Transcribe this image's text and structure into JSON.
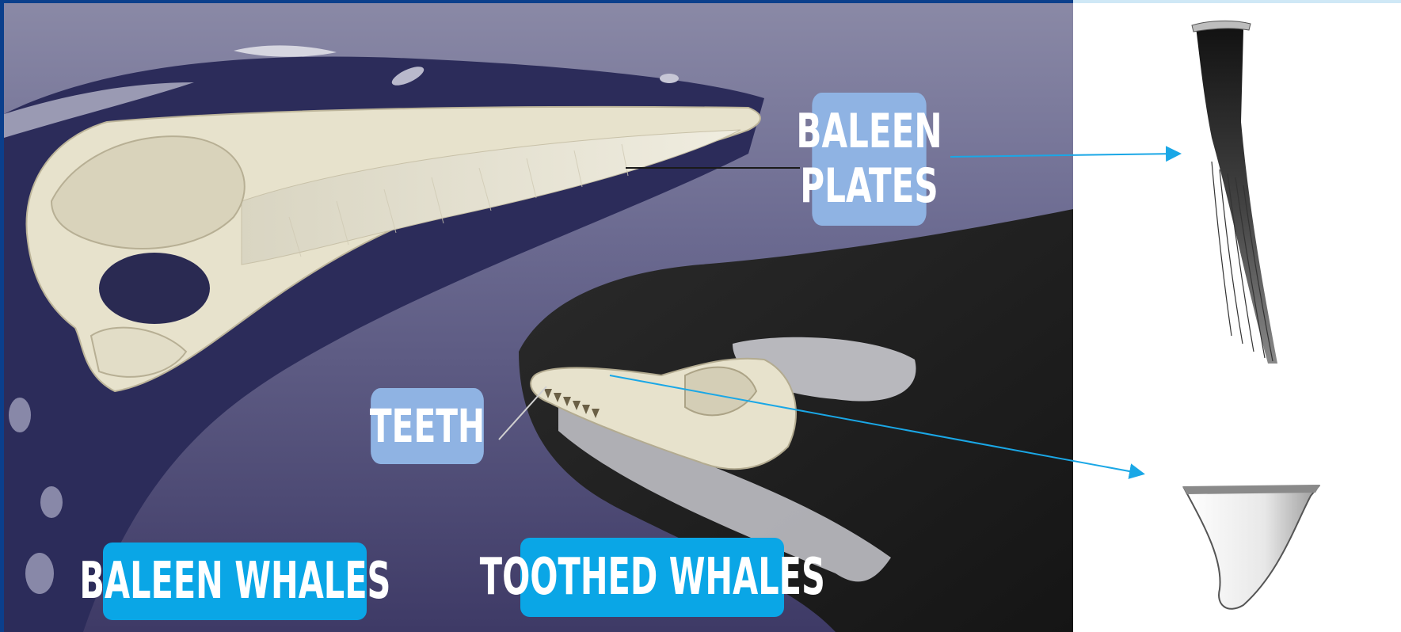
{
  "labels": {
    "baleen_plates": "BALEEN\nPLATES",
    "teeth": "TEETH"
  },
  "captions": {
    "baleen_whales": "BALEEN WHALES",
    "toothed_whales": "TOOTHED WHALES"
  },
  "colors": {
    "label_box": "#8fb3e3",
    "caption_box": "#0aa6e6",
    "pointer_arrow": "#1aa7e6",
    "frame": "#0b3f8c"
  }
}
